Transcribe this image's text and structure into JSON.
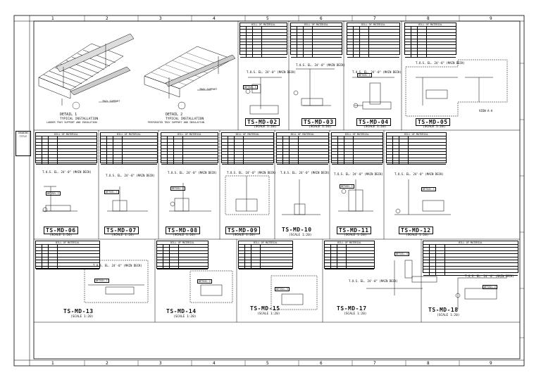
{
  "zones_top": [
    "1",
    "2",
    "3",
    "4",
    "5",
    "6",
    "7",
    "8",
    "9"
  ],
  "zones_bottom": [
    "1",
    "2",
    "3",
    "4",
    "5",
    "6",
    "7",
    "8",
    "9"
  ],
  "side_title": "DRAWING TITLE",
  "bom_title": "BILL OF MATERIAL",
  "top_left_views": [
    {
      "detail": "DETAIL 1",
      "caption": "TYPICAL INSTALLATION",
      "sub": "LADDER TRAY SUPPORT AND INSULATION",
      "callout": "TRAY SUPPORT"
    },
    {
      "detail": "DETAIL 2",
      "caption": "TYPICAL INSTALLATION",
      "sub": "PERFORATED TRAY SUPPORT AND INSULATION",
      "callout": "TRAY SUPPORT"
    }
  ],
  "details": [
    {
      "tag": "TS-MD-02",
      "scale": "(SCALE 1:20)",
      "elev": "T.O.S. EL. 24'-0\" (MAIN DECK)"
    },
    {
      "tag": "TS-MD-03",
      "scale": "(SCALE 1:20)",
      "elev": "T.O.S. EL. 24'-0\" (MAIN DECK)"
    },
    {
      "tag": "TS-MD-04",
      "scale": "(SCALE 1:20)",
      "elev": "T.O.S. EL. 24'-0\" (MAIN DECK)"
    },
    {
      "tag": "TS-MD-05",
      "scale": "(SCALE 1:20)",
      "elev": "T.O.S. EL. 24'-0\" (MAIN DECK)",
      "view": "VIEW A-A"
    },
    {
      "tag": "TS-MD-06",
      "scale": "(SCALE 1:20)",
      "elev": "T.O.S. EL. 24'-0\" (MAIN DECK)"
    },
    {
      "tag": "TS-MD-07",
      "scale": "(SCALE 1:20)",
      "elev": "T.O.S. EL. 24'-0\" (MAIN DECK)"
    },
    {
      "tag": "TS-MD-08",
      "scale": "(SCALE 1:20)",
      "elev": "T.O.S. EL. 24'-0\" (MAIN DECK)"
    },
    {
      "tag": "TS-MD-09",
      "scale": "(SCALE 1:20)",
      "elev": "T.O.S. EL. 24'-0\" (MAIN DECK)"
    },
    {
      "tag": "TS-MD-10",
      "scale": "(SCALE 1:20)",
      "elev": "T.O.S. EL. 24'-0\" (MAIN DECK)"
    },
    {
      "tag": "TS-MD-11",
      "scale": "(SCALE 1:20)",
      "elev": "T.O.S. EL. 24'-0\" (MAIN DECK)"
    },
    {
      "tag": "TS-MD-12",
      "scale": "(SCALE 1:20)",
      "elev": "T.O.S. EL. 24'-0\" (MAIN DECK)"
    },
    {
      "tag": "TS-MD-13",
      "scale": "(SCALE 1:20)",
      "elev": "T.O.S. EL. 24'-0\" (MAIN DECK)"
    },
    {
      "tag": "TS-MD-14",
      "scale": "(SCALE 1:20)",
      "elev": ""
    },
    {
      "tag": "TS-MD-15",
      "scale": "(SCALE 1:20)",
      "elev": ""
    },
    {
      "tag": "TS-MD-17",
      "scale": "(SCALE 1:20)",
      "elev": "T.O.S. EL. 24'-0\" (MAIN DECK)"
    },
    {
      "tag": "TS-MD-18",
      "scale": "(SCALE 1:20)",
      "elev": "T.O.S. EL. 24'-0\" (MAIN DECK)"
    }
  ],
  "detail_labels": [
    "DETAIL-1",
    "DETAIL-2",
    "DETAIL-3",
    "DETAIL-4"
  ]
}
